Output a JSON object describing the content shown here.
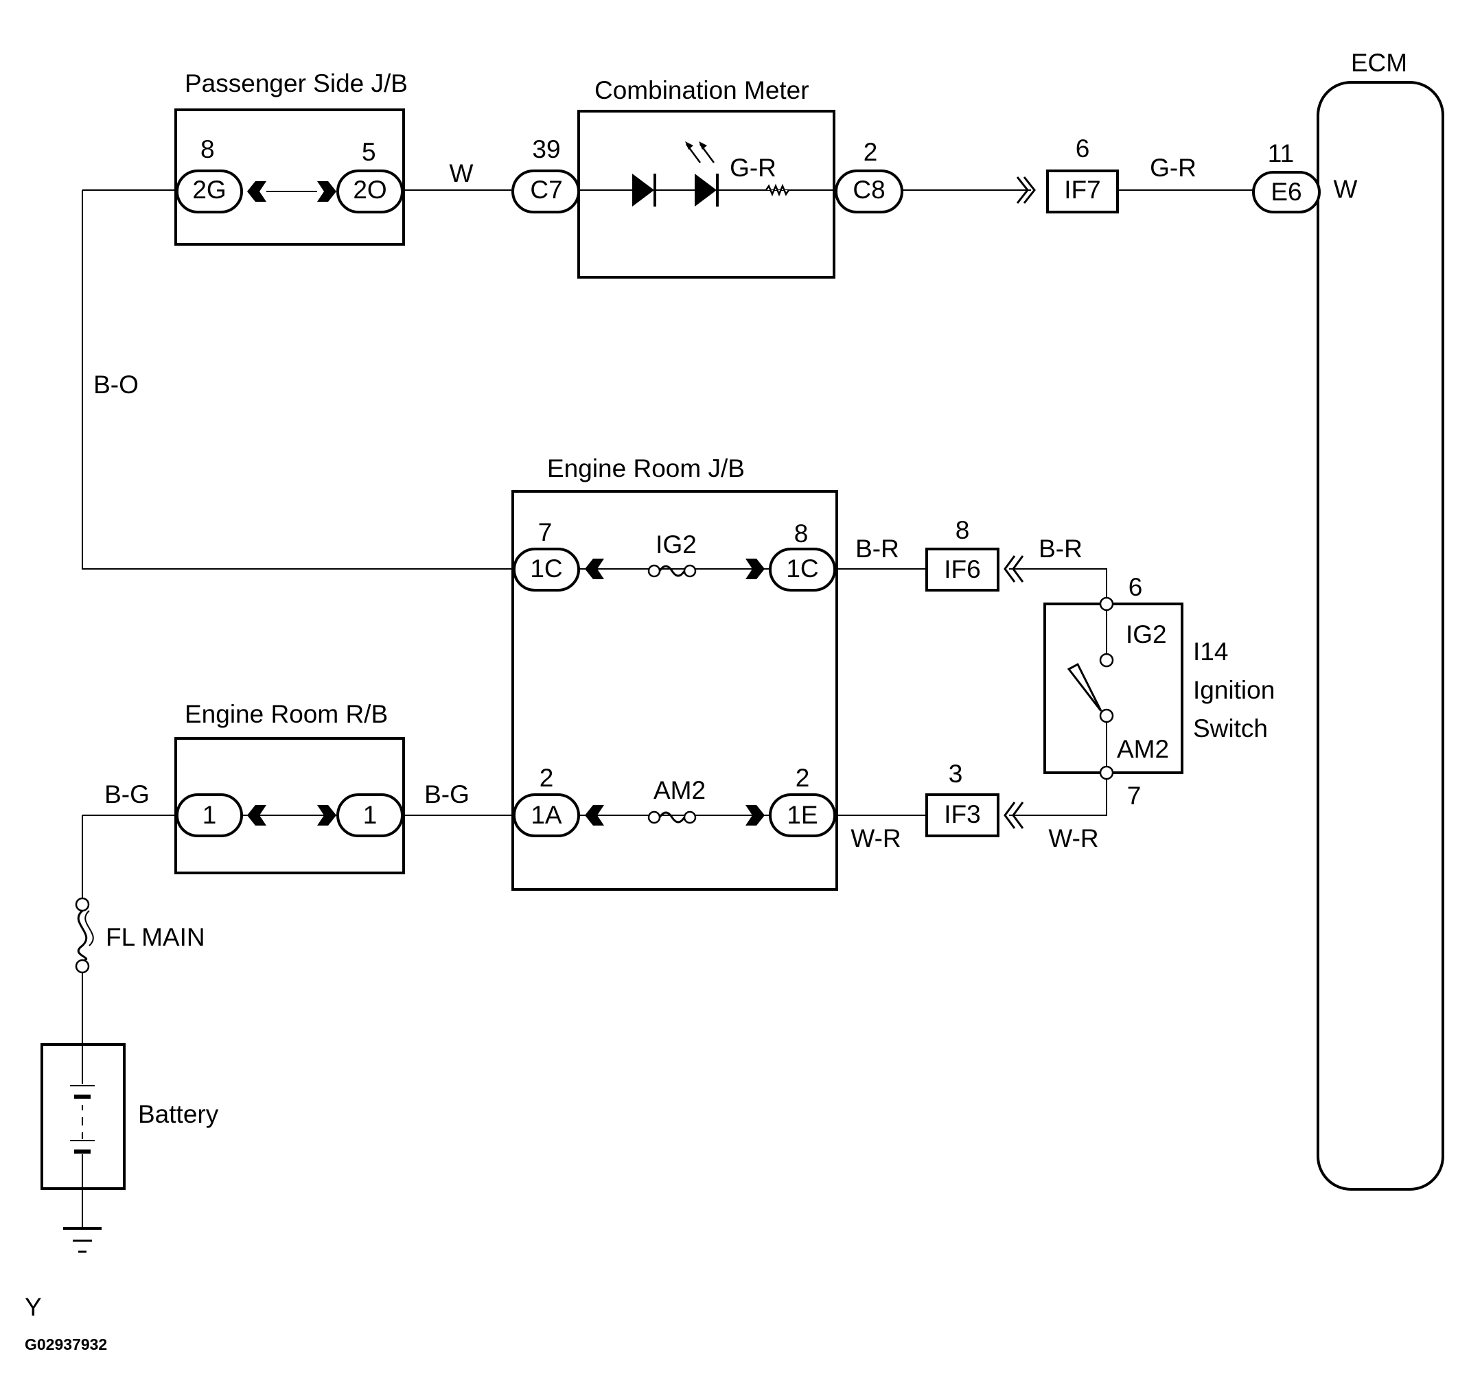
{
  "components": {
    "passenger_jb": {
      "title": "Passenger Side J/B",
      "left_pin": "8",
      "left_conn": "2G",
      "right_pin": "5",
      "right_conn": "2O"
    },
    "combination_meter": {
      "title": "Combination Meter",
      "left_pin": "39",
      "left_conn": "C7",
      "right_pin": "2",
      "right_conn": "C8"
    },
    "ecm": {
      "title": "ECM",
      "pin": "11",
      "conn": "E6",
      "wire_label": "W"
    },
    "engine_room_jb": {
      "title": "Engine Room J/B",
      "ig2": {
        "left_pin": "7",
        "left_conn": "1C",
        "fuse": "IG2",
        "right_pin": "8",
        "right_conn": "1C"
      },
      "am2": {
        "left_pin": "2",
        "left_conn": "1A",
        "fuse": "AM2",
        "right_pin": "2",
        "right_conn": "1E"
      }
    },
    "engine_room_rb": {
      "title": "Engine Room R/B",
      "left_conn": "1",
      "right_conn": "1"
    },
    "ignition_switch": {
      "id": "I14",
      "name_line1": "Ignition",
      "name_line2": "Switch",
      "top_pin": "6",
      "bottom_pin": "7",
      "ig2_label": "IG2",
      "am2_label": "AM2"
    },
    "fl_main": {
      "label": "FL MAIN"
    },
    "battery": {
      "label": "Battery"
    }
  },
  "connectors": {
    "if7": {
      "name": "IF7",
      "pin": "6"
    },
    "if6": {
      "name": "IF6",
      "pin": "8"
    },
    "if3": {
      "name": "IF3",
      "pin": "3"
    }
  },
  "wires": {
    "pjb_to_meter": "W",
    "meter_to_if7": "G-R",
    "if7_to_ecm": "G-R",
    "left_vertical": "B-O",
    "jb_to_if6": "B-R",
    "if6_to_switch": "B-R",
    "rb_left": "B-G",
    "rb_to_jb": "B-G",
    "jb_to_if3": "W-R",
    "if3_to_switch": "W-R"
  },
  "footer": {
    "code": "Y",
    "figure_id": "G02937932"
  }
}
